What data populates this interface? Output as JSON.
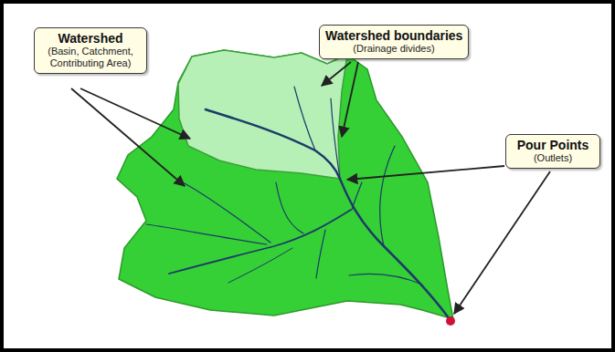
{
  "diagram": {
    "nodes": [
      {
        "text": [
          "Watershed",
          "(Basin, Catchment, Contributing Area)"
        ]
      },
      {
        "text": [
          "Watershed boundaries",
          "(Drainage divides)"
        ]
      },
      {
        "text": [
          "Pour Points",
          "(Outlets)"
        ]
      }
    ]
  }
}
